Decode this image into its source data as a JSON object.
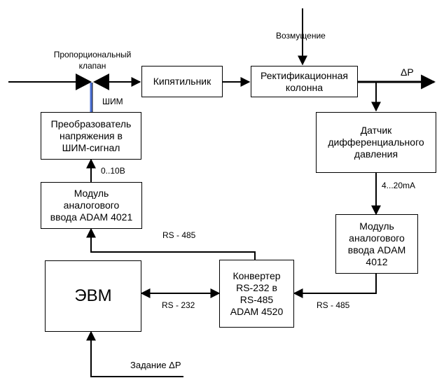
{
  "blocks": {
    "boiler": "Кипятильник",
    "column": "Ректификационная\nколонна",
    "converter_pwm": "Преобразователь\nнапряжения в\nШИМ-сигнал",
    "sensor": "Датчик\nдифференциального\nдавления",
    "module_4021": "Модуль\nаналогового\nввода ADAM 4021",
    "module_4012": "Модуль\nаналогового\nввода ADAM\n4012",
    "computer": "ЭВМ",
    "converter_rs": "Конвертер\nRS-232 в\nRS-485\nADAM 4520"
  },
  "labels": {
    "valve": "Пропорциональный\nклапан",
    "pwm": "ШИМ",
    "disturbance": "Возмущение",
    "delta_p": "ΔP",
    "voltage": "0..10В",
    "current": "4...20mA",
    "rs485_top": "RS - 485",
    "rs232": "RS - 232",
    "rs485_right": "RS - 485",
    "setpoint": "Задание ΔP"
  }
}
